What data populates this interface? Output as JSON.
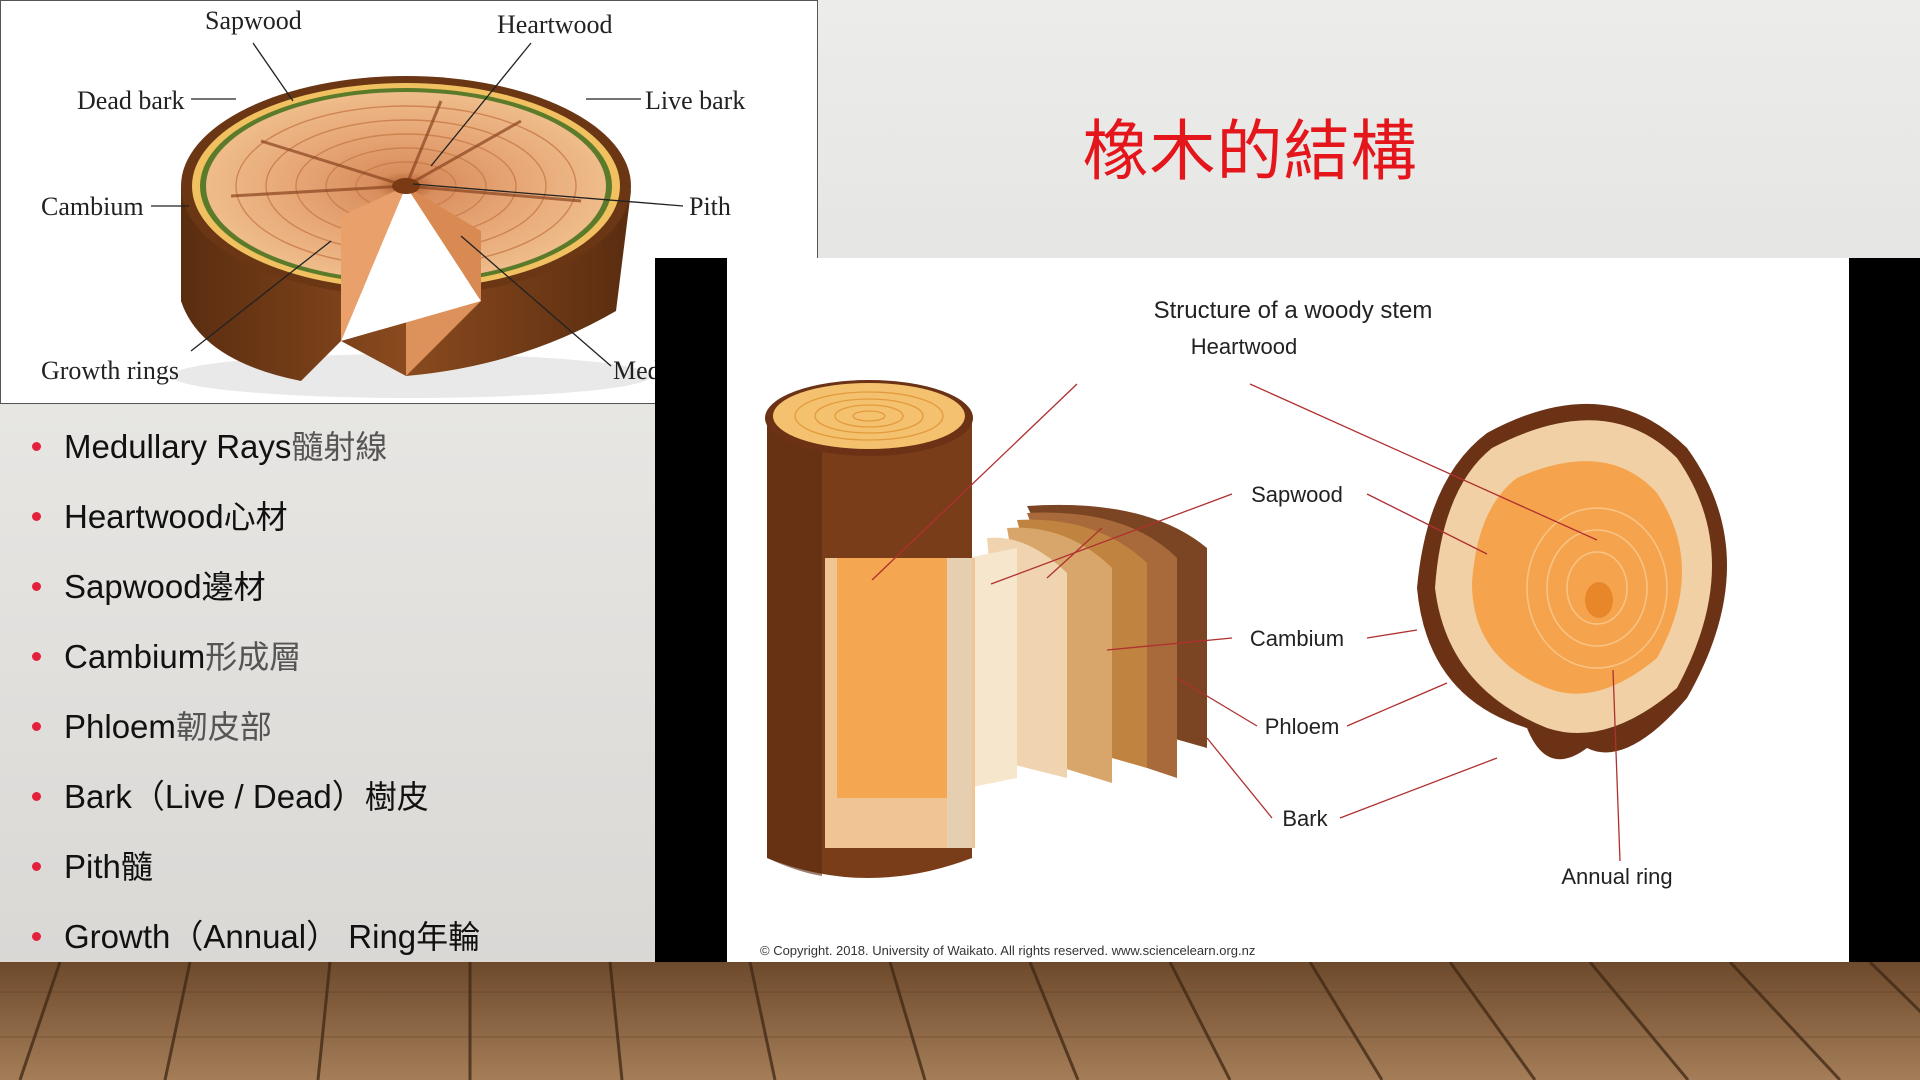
{
  "slide": {
    "title": "橡木的結構"
  },
  "top_diagram": {
    "labels": {
      "sapwood": "Sapwood",
      "heartwood": "Heartwood",
      "dead_bark": "Dead bark",
      "live_bark": "Live bark",
      "cambium": "Cambium",
      "pith": "Pith",
      "growth_rings": "Growth rings",
      "medullary_rays": "Medullary rays"
    }
  },
  "bullets": [
    {
      "en": "Medullary Rays",
      "zh": "髓射線"
    },
    {
      "en": "Heartwood",
      "zh": "心材"
    },
    {
      "en": "Sapwood",
      "zh": "邊材"
    },
    {
      "en": "Cambium",
      "zh": "形成層"
    },
    {
      "en": "Phloem",
      "zh": "韌皮部"
    },
    {
      "en": "Bark（Live / Dead）",
      "zh": "樹皮"
    },
    {
      "en": "Pith",
      "zh": "髓"
    },
    {
      "en": "Growth（Annual） Ring",
      "zh": "年輪"
    }
  ],
  "stem_diagram": {
    "title": "Structure of a woody stem",
    "labels": {
      "heartwood": "Heartwood",
      "sapwood": "Sapwood",
      "cambium": "Cambium",
      "phloem": "Phloem",
      "bark": "Bark",
      "annual_ring": "Annual ring"
    },
    "copyright": "© Copyright. 2018. University of Waikato. All rights reserved. www.sciencelearn.org.nz"
  },
  "colors": {
    "title": "#e4161b",
    "bullet_dot": "#e3213d",
    "leader_line": "#b03030"
  }
}
